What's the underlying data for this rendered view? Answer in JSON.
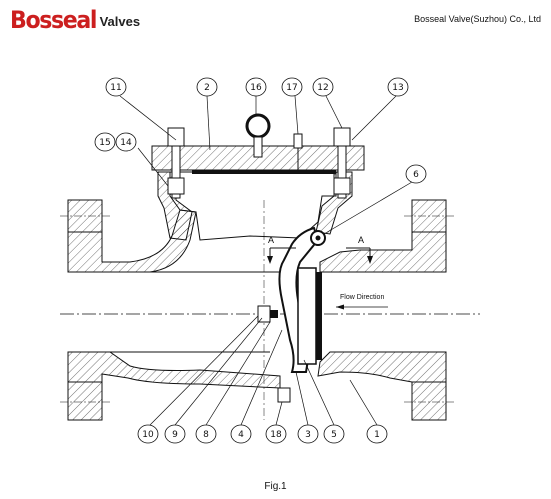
{
  "header": {
    "logo_main": "Bosseal",
    "logo_sub": "Valves",
    "company": "Bosseal Valve(Suzhou) Co., Ltd"
  },
  "figure": {
    "caption": "Fig.1",
    "flow_label": "Flow Direction",
    "section_label": "A",
    "callouts": [
      "11",
      "2",
      "16",
      "17",
      "12",
      "13",
      "15",
      "14",
      "6",
      "10",
      "9",
      "8",
      "4",
      "18",
      "3",
      "5",
      "1"
    ]
  },
  "colors": {
    "logo_red": "#cc1f1f",
    "line": "#111111"
  }
}
